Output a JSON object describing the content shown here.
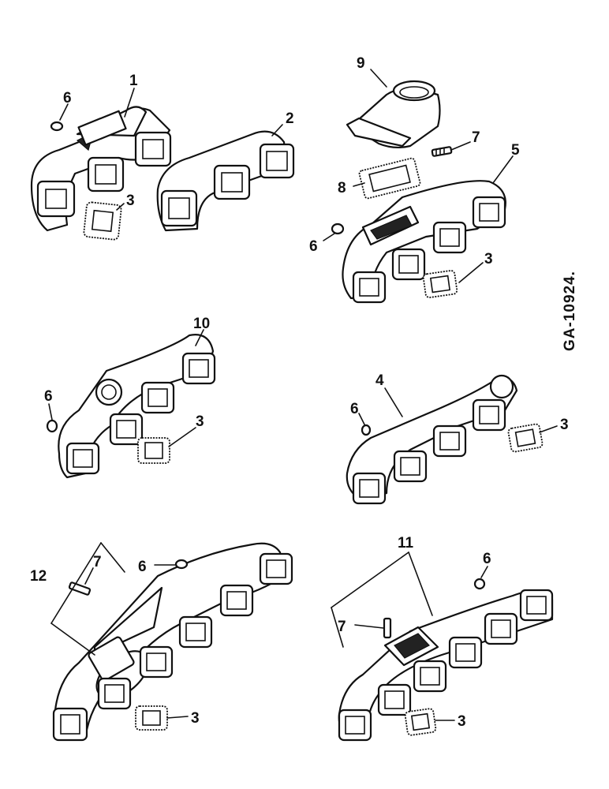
{
  "drawing_id": "GA-10924.",
  "callouts": {
    "c1": "1",
    "c2": "2",
    "c3": "3",
    "c4": "4",
    "c5": "5",
    "c6": "6",
    "c7": "7",
    "c8": "8",
    "c9": "9",
    "c10": "10",
    "c11": "11",
    "c12": "12"
  }
}
